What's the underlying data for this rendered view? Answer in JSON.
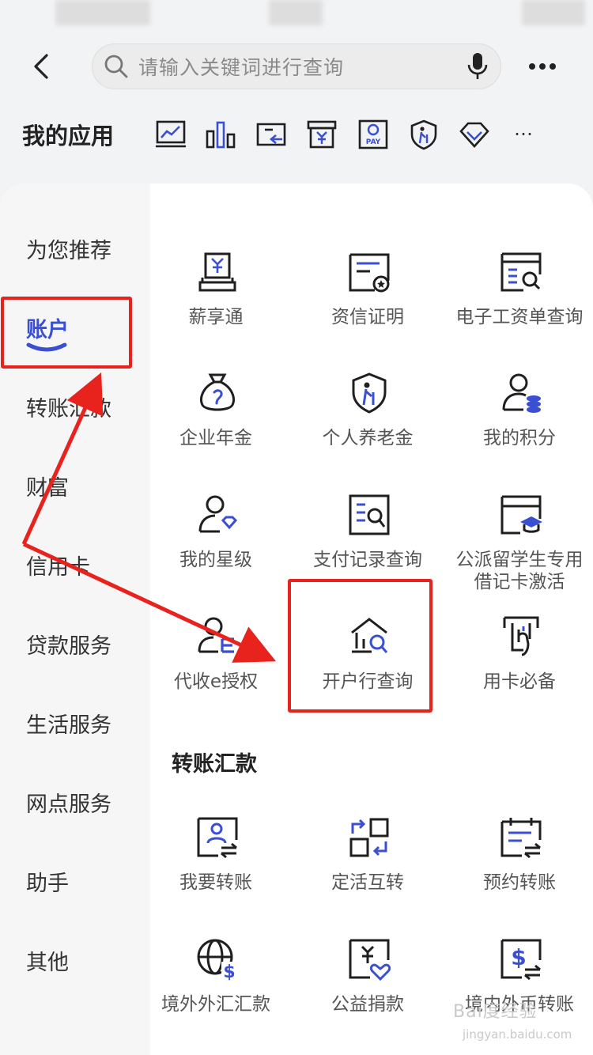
{
  "search": {
    "placeholder": "请输入关键词进行查询"
  },
  "my_apps": {
    "title": "我的应用",
    "ellipsis": "…",
    "icons": [
      "trend-chart-icon",
      "bar-chart-icon",
      "transfer-card-icon",
      "yuan-box-icon",
      "pay-icon",
      "pension-shield-icon",
      "diamond-icon"
    ]
  },
  "sidebar": {
    "items": [
      "为您推荐",
      "账户",
      "转账汇款",
      "财富",
      "信用卡",
      "贷款服务",
      "生活服务",
      "网点服务",
      "助手",
      "其他"
    ],
    "active_index": 1
  },
  "account_section": {
    "items": [
      {
        "label": "薪享通",
        "icon": "salary-terminal-icon"
      },
      {
        "label": "资信证明",
        "icon": "credit-certificate-icon"
      },
      {
        "label": "电子工资单查询",
        "icon": "payslip-search-icon"
      },
      {
        "label": "企业年金",
        "icon": "money-bag-icon"
      },
      {
        "label": "个人养老金",
        "icon": "pension-shield-icon"
      },
      {
        "label": "我的积分",
        "icon": "user-coins-icon"
      },
      {
        "label": "我的星级",
        "icon": "user-diamond-icon"
      },
      {
        "label": "支付记录查询",
        "icon": "payment-record-search-icon"
      },
      {
        "label": "公派留学生专用\n借记卡激活",
        "icon": "student-card-icon"
      },
      {
        "label": "代收e授权",
        "icon": "user-authorize-icon"
      },
      {
        "label": "开户行查询",
        "icon": "bank-search-icon"
      },
      {
        "label": "用卡必备",
        "icon": "card-touch-icon"
      }
    ]
  },
  "transfer_section": {
    "title": "转账汇款",
    "items": [
      {
        "label": "我要转账",
        "icon": "user-transfer-icon"
      },
      {
        "label": "定活互转",
        "icon": "deposit-swap-icon"
      },
      {
        "label": "预约转账",
        "icon": "scheduled-transfer-icon"
      },
      {
        "label": "境外外汇汇款",
        "icon": "globe-dollar-icon"
      },
      {
        "label": "公益捐款",
        "icon": "charity-icon"
      },
      {
        "label": "境内外币转账",
        "icon": "dollar-transfer-icon"
      }
    ]
  },
  "colors": {
    "accent": "#3a4fd1",
    "icon_dark": "#1f1f1f",
    "annotation": "#e8221d"
  },
  "watermark": {
    "text": "Bai度经验",
    "sub": "jingyan.baidu.com"
  }
}
